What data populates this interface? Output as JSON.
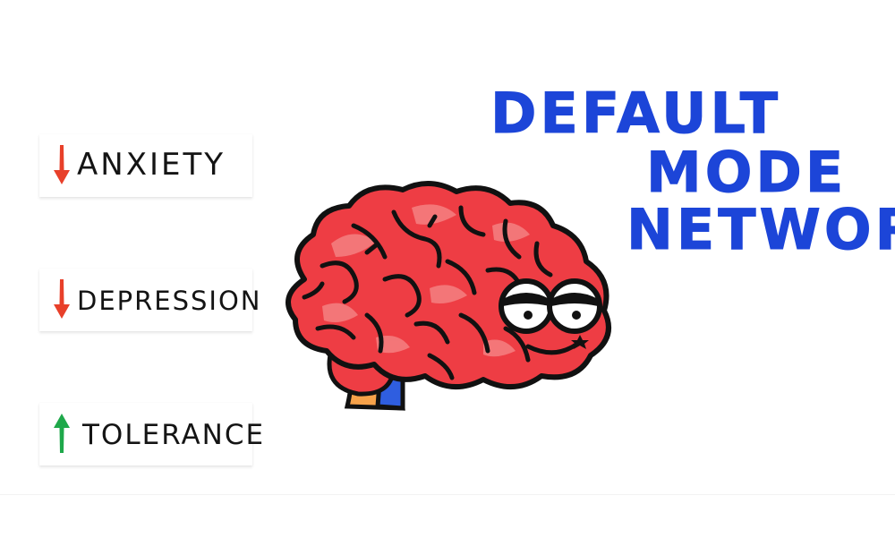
{
  "labels": {
    "anxiety": "ANXIETY",
    "depression": "DEPRESSION",
    "tolerance": "TOLERANCE"
  },
  "title": {
    "line1": "DEFAULT",
    "line2": "MODE",
    "line3": "NETWORK"
  },
  "icons": {
    "anxiety_arrow": "arrow-down-icon",
    "depression_arrow": "arrow-down-icon",
    "tolerance_arrow": "arrow-up-icon",
    "brain": "brain-illustration"
  },
  "colors": {
    "arrow_down": "#e8402a",
    "arrow_up": "#1ea84a",
    "title_blue": "#1c45d8",
    "brain_red": "#ee3d44",
    "brain_pink": "#f08080",
    "outline": "#111111"
  }
}
